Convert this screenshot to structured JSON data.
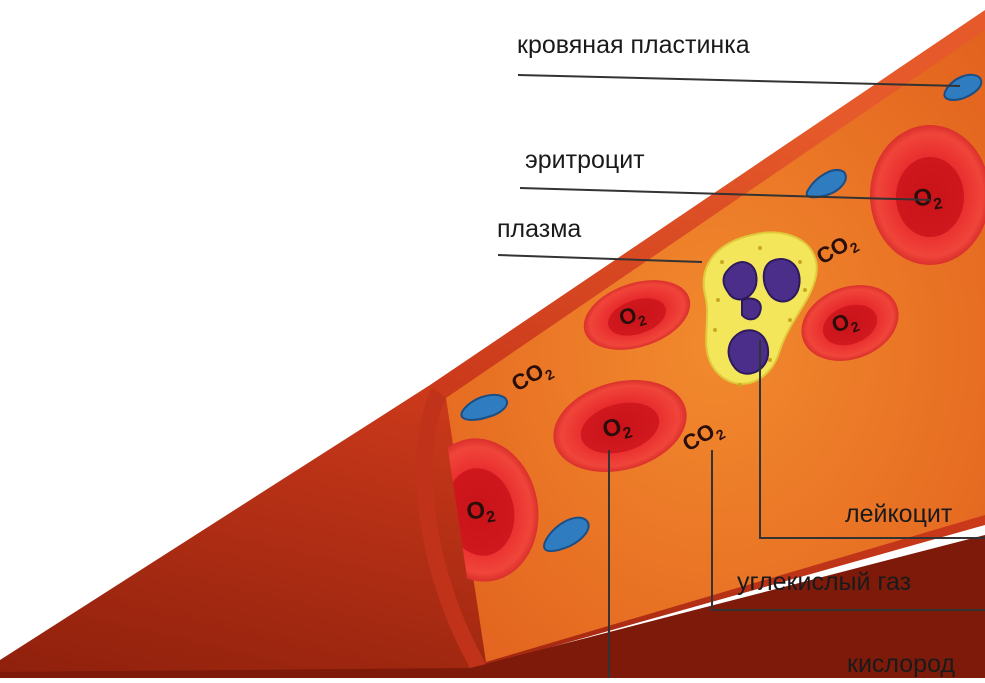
{
  "labels": {
    "platelet": "кровяная пластинка",
    "erythrocyte": "эритроцит",
    "plasma": "плазма",
    "leukocyte": "лейкоцит",
    "carbon_dioxide": "углекислый газ",
    "oxygen": "кислород"
  },
  "formulas": {
    "oxygen": "O",
    "oxygen_sub": "2",
    "co2": "CO",
    "co2_sub": "2"
  },
  "colors": {
    "vessel_wall": "#d2401c",
    "vessel_dark": "#a12a12",
    "vessel_inner": "#ee7a25",
    "erythrocyte": "#e52a2a",
    "erythrocyte_center": "#c9141a",
    "platelet": "#2f7cc0",
    "leukocyte_cytoplasm": "#f4e65a",
    "leukocyte_nucleus": "#4a2e8a"
  }
}
